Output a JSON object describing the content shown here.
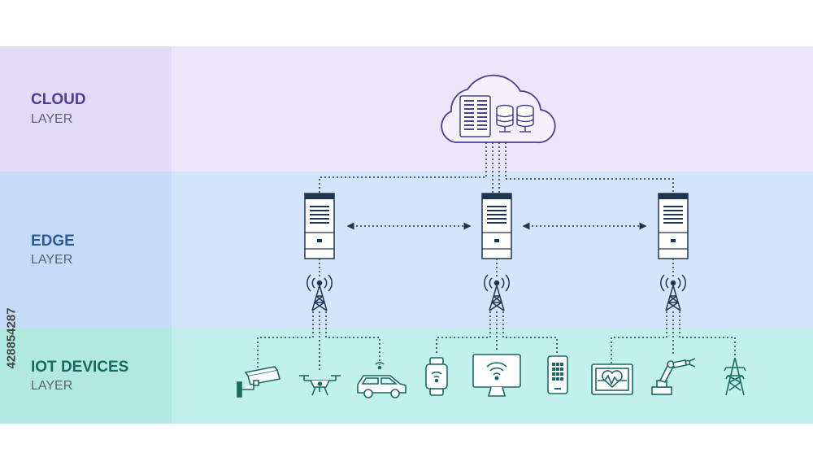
{
  "layers": {
    "cloud": {
      "title": "CLOUD",
      "subtitle": "LAYER"
    },
    "edge": {
      "title": "EDGE",
      "subtitle": "LAYER"
    },
    "iot": {
      "title": "IOT DEVICES",
      "subtitle": "LAYER"
    }
  },
  "stock_id": "428854287",
  "colors": {
    "cloud_band": "#ebe6fa",
    "edge_band": "#d4e5fb",
    "iot_band": "#c2f0ea",
    "cloud_accent": "#4c3d9a",
    "edge_accent": "#2a5a9a",
    "iot_accent": "#186a64"
  },
  "icons": {
    "cloud": [
      "cloud-icon",
      "server-rack-icon",
      "database-icon"
    ],
    "edge": [
      "edge-server-icon",
      "cell-tower-icon"
    ],
    "devices": [
      "security-camera-icon",
      "drone-icon",
      "car-icon",
      "smartwatch-icon",
      "wifi-monitor-icon",
      "smartphone-icon",
      "heart-monitor-icon",
      "robot-arm-icon",
      "power-pylon-icon"
    ]
  }
}
